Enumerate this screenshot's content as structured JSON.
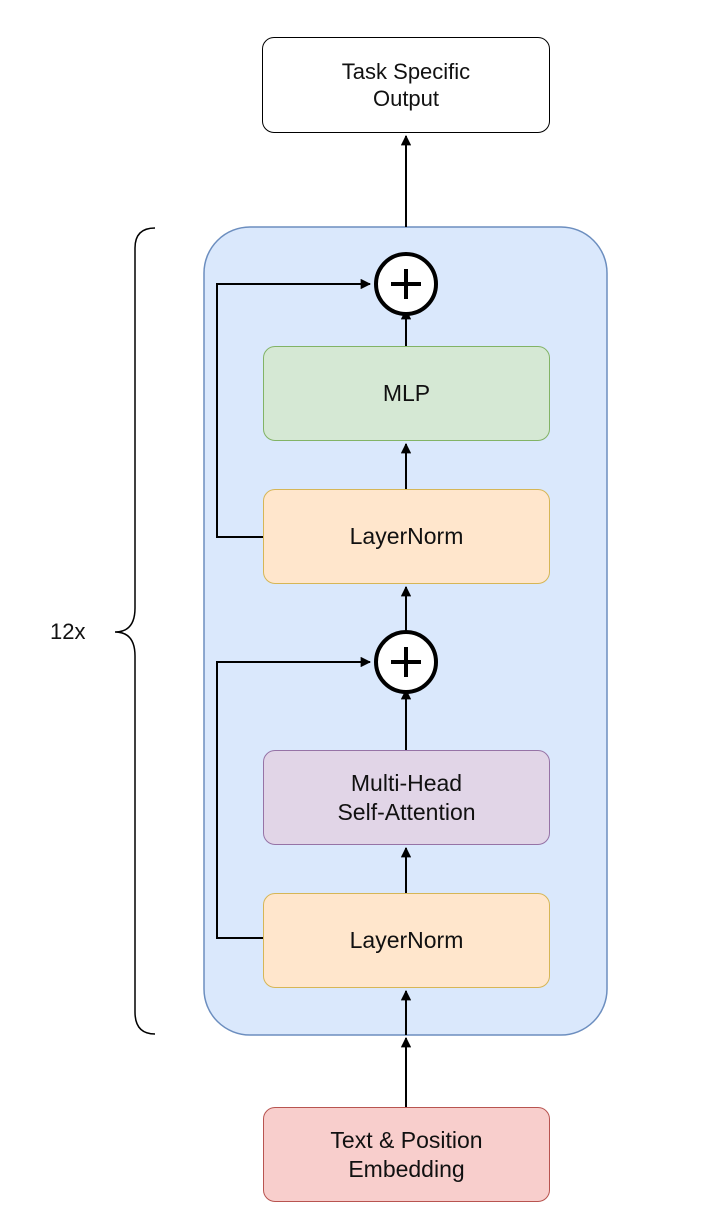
{
  "colors": {
    "block_fill": "#dae8fc",
    "block_stroke": "#6c8ebf",
    "mlp_fill": "#d5e8d4",
    "mlp_stroke": "#82b366",
    "layernorm_fill": "#ffe6cc",
    "layernorm_stroke": "#d6b656",
    "attention_fill": "#e1d5e7",
    "attention_stroke": "#9673a6",
    "embedding_fill": "#f8cecc",
    "embedding_stroke": "#b85450",
    "output_fill": "#ffffff",
    "line": "#000000"
  },
  "diagram": {
    "repeat_label": "12x",
    "nodes": {
      "output": {
        "label": "Task Specific\nOutput"
      },
      "mlp": {
        "label": "MLP"
      },
      "layernorm_top": {
        "label": "LayerNorm"
      },
      "attention": {
        "label": "Multi-Head\nSelf-Attention"
      },
      "layernorm_bottom": {
        "label": "LayerNorm"
      },
      "embedding": {
        "label": "Text & Position\nEmbedding"
      },
      "add_top": {
        "symbol": "add",
        "icon": "plus-circle-icon"
      },
      "add_bottom": {
        "symbol": "add",
        "icon": "plus-circle-icon"
      }
    },
    "edges": [
      {
        "from": "embedding",
        "to": "layernorm_bottom"
      },
      {
        "from": "layernorm_bottom",
        "to": "attention"
      },
      {
        "from": "attention",
        "to": "add_bottom"
      },
      {
        "from": "layernorm_bottom",
        "to": "add_bottom",
        "type": "residual"
      },
      {
        "from": "add_bottom",
        "to": "layernorm_top"
      },
      {
        "from": "layernorm_top",
        "to": "mlp"
      },
      {
        "from": "mlp",
        "to": "add_top"
      },
      {
        "from": "layernorm_top",
        "to": "add_top",
        "type": "residual"
      },
      {
        "from": "add_top",
        "to": "output"
      }
    ]
  }
}
